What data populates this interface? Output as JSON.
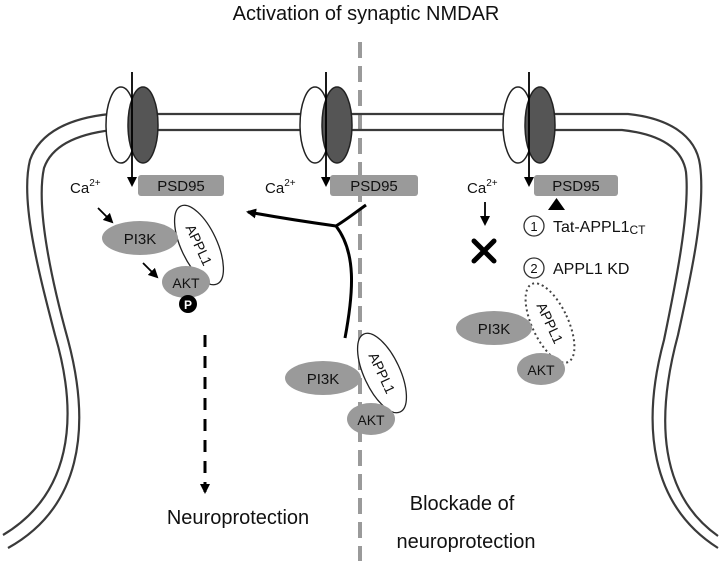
{
  "title": "Activation of synaptic NMDAR",
  "ions": {
    "calcium": "Ca",
    "calcium_charge": "2+"
  },
  "proteins": {
    "psd95": "PSD95",
    "pi3k": "PI3K",
    "appl1": "APPL1",
    "akt": "AKT",
    "phospho": "P"
  },
  "interventions": {
    "item1_number": "1",
    "item1_label": "Tat-APPL1",
    "item1_subscript": "CT",
    "item2_number": "2",
    "item2_label": "APPL1 KD"
  },
  "outcomes": {
    "left": "Neuroprotection",
    "right_line1": "Blockade of",
    "right_line2": "neuroprotection"
  },
  "colors": {
    "protein_fill": "#9a9a9a",
    "channel_dark": "#555555",
    "membrane": "#333333",
    "divider": "#9a9a9a"
  }
}
